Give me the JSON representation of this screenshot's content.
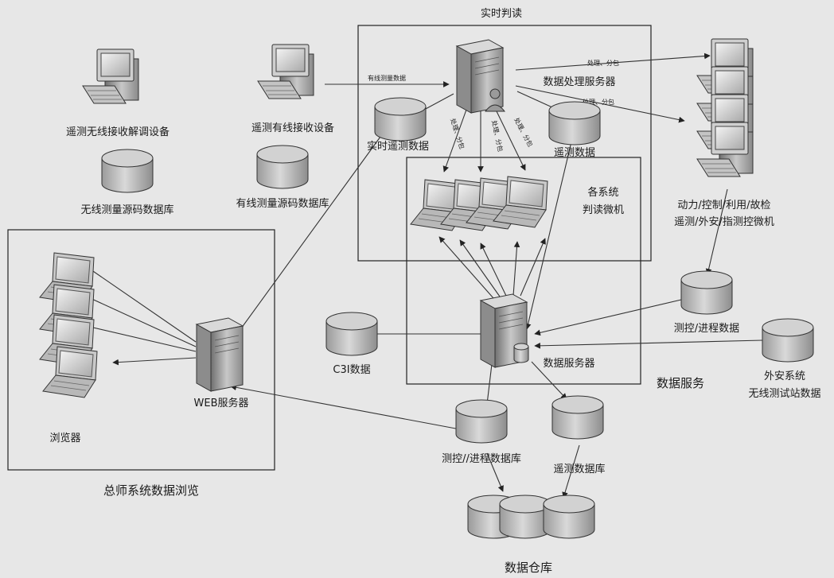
{
  "groups": {
    "realtime": "实时判读",
    "data_service": "数据服务",
    "browse": "总师系统数据浏览",
    "warehouse": "数据仓库"
  },
  "nodes": {
    "wireless_demod": "遥测无线接收解调设备",
    "wireless_db": "无线测量源码数据库",
    "wired_recv": "遥测有线接收设备",
    "wired_db": "有线测量源码数据库",
    "rt_telemetry_data": "实时遥测数据",
    "proc_server": "数据处理服务器",
    "telemetry_data": "遥测数据",
    "interp_pc_line1": "各系统",
    "interp_pc_line2": "判读微机",
    "cmd_pc_line1": "动力/控制/利用/故检",
    "cmd_pc_line2": "遥测/外安/指测控微机",
    "tc_progress_data": "测控/进程数据",
    "safety_line1": "外安系统",
    "safety_line2": "无线测试站数据",
    "c3i": "C3I数据",
    "data_server": "数据服务器",
    "web_server": "WEB服务器",
    "browser": "浏览器",
    "tc_progress_db": "测控//进程数据库",
    "telemetry_db": "遥测数据库"
  },
  "edge_labels": {
    "wired_data": "有线测量数据",
    "proc_split_1": "处理、分包",
    "proc_split_2": "处理、分包",
    "proc_split_3": "处理、分包",
    "proc_split_4": "处理、分包",
    "proc_split_5": "处理、分包"
  }
}
